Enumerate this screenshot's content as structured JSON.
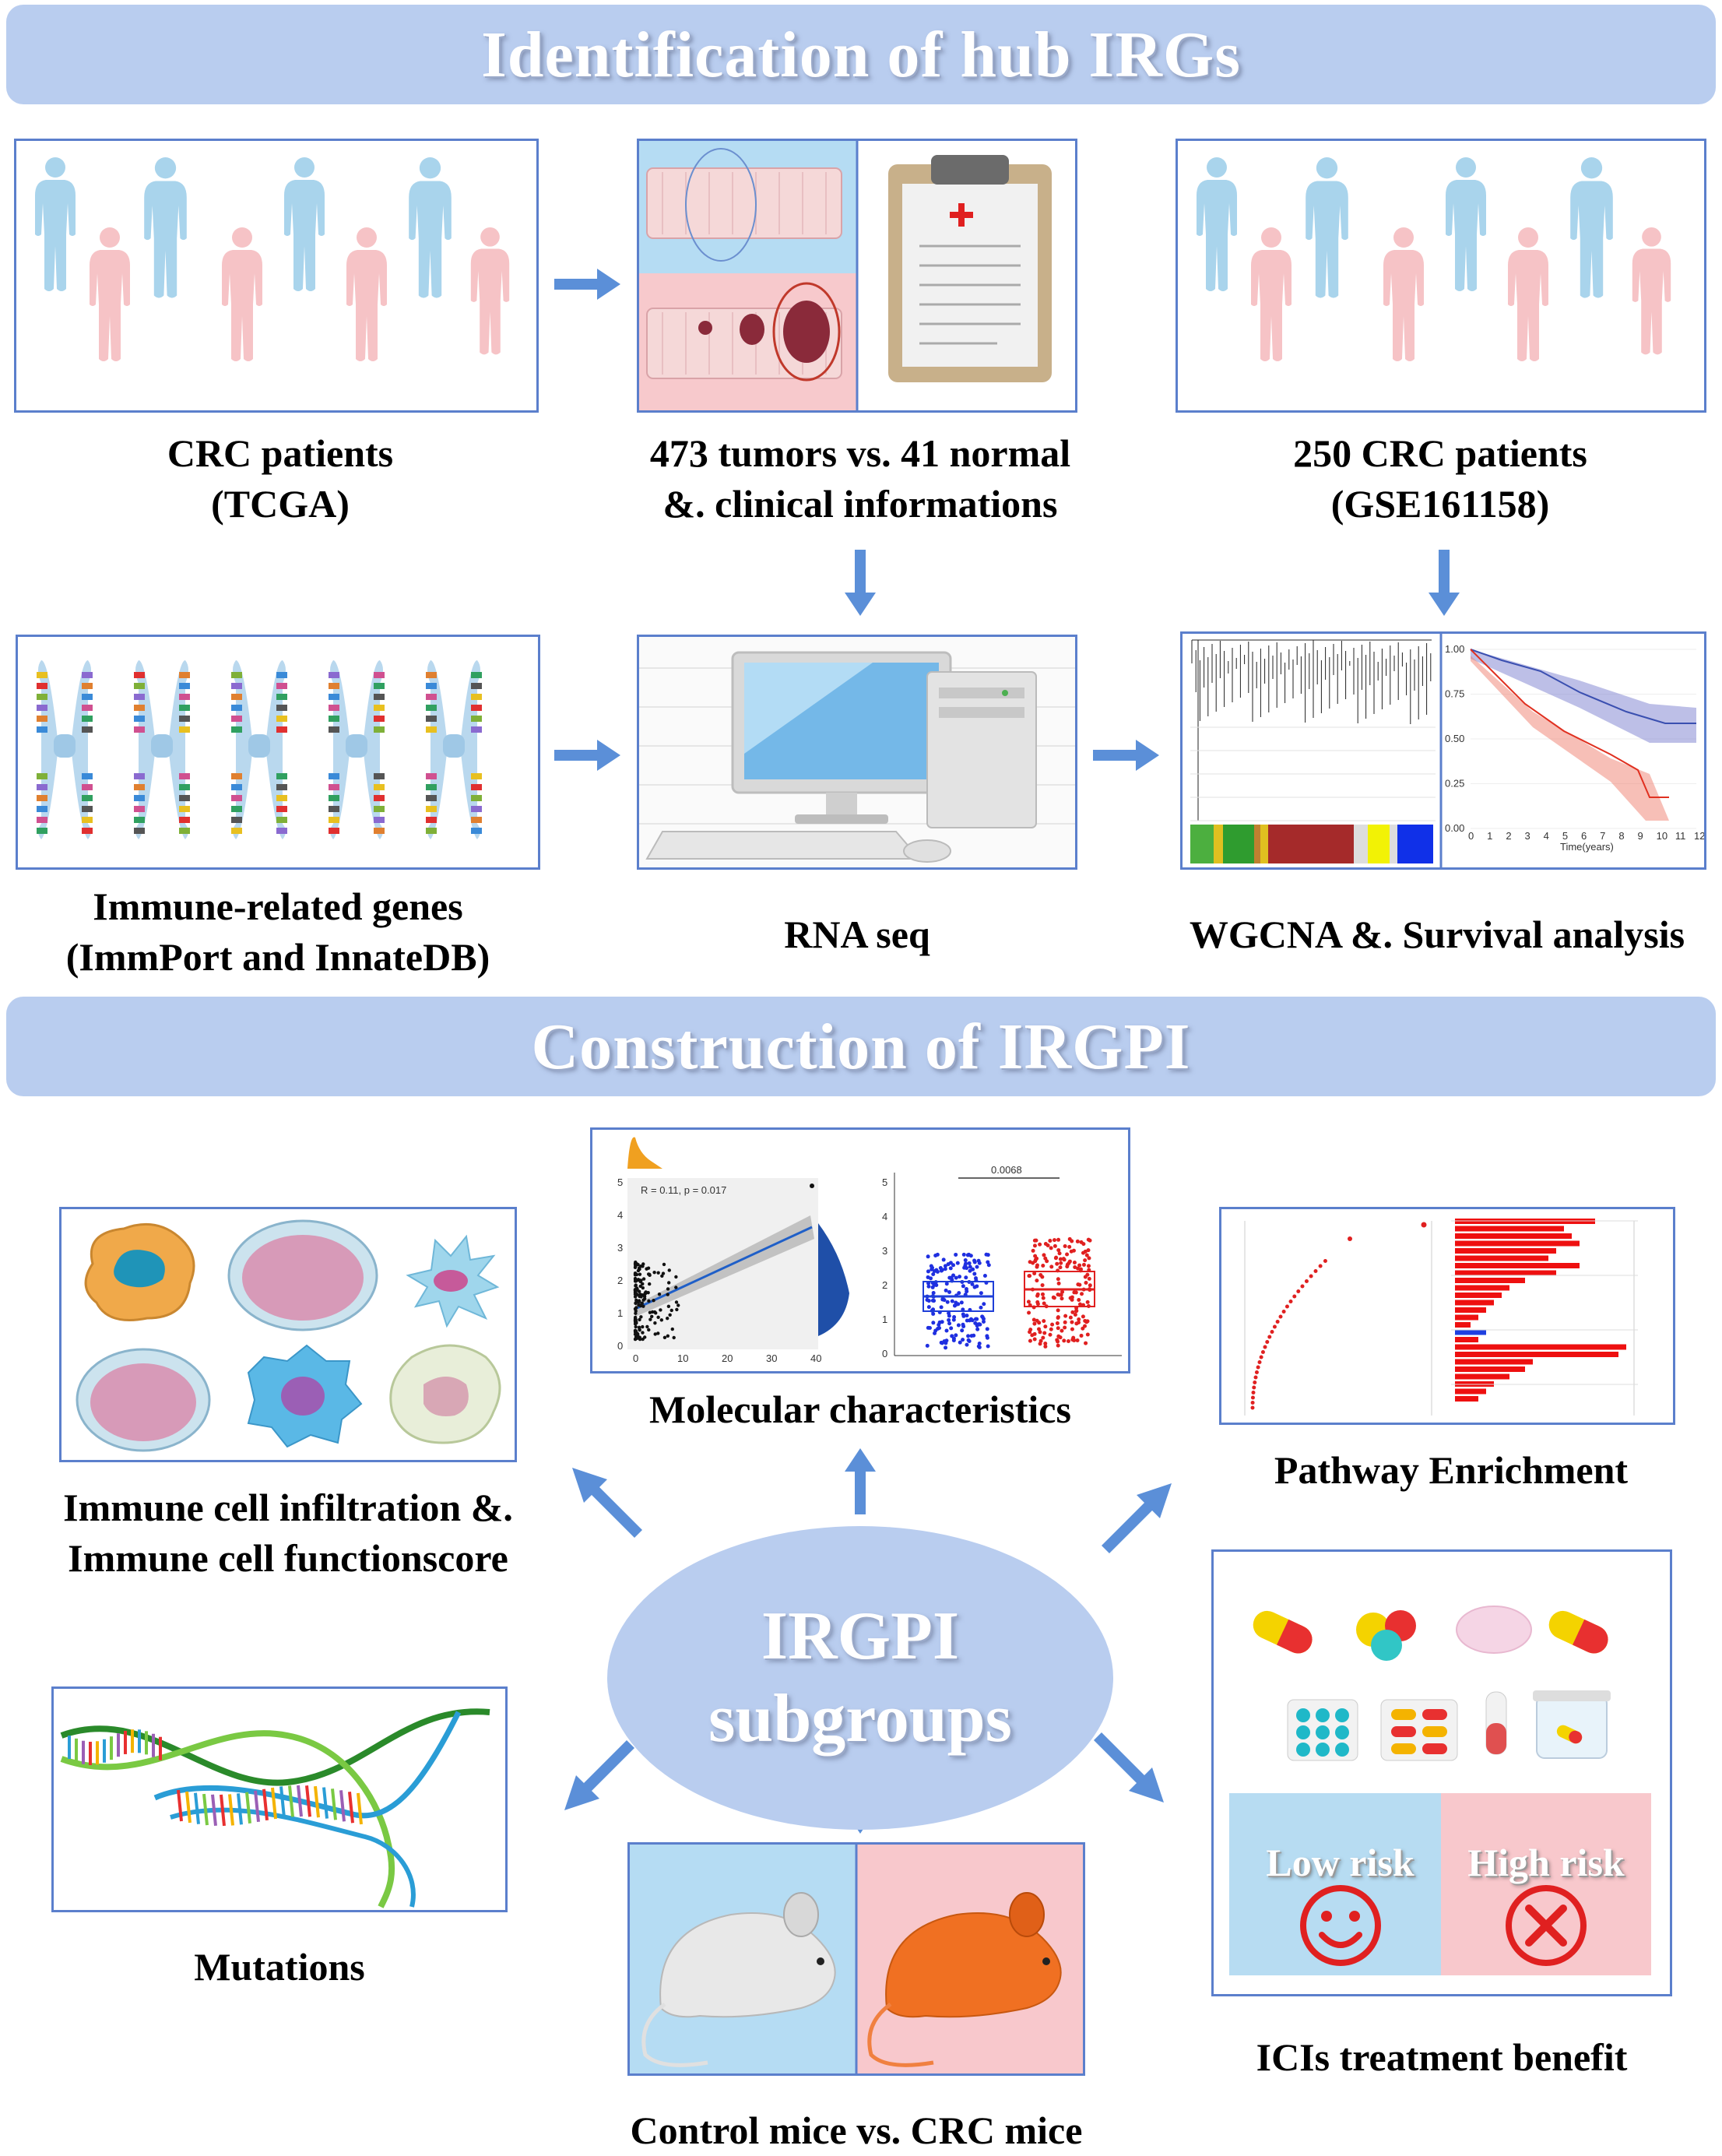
{
  "banners": {
    "top": "Identification of  hub IRGs",
    "middle": "Construction of IRGPI"
  },
  "labels": {
    "crc_patients": "CRC patients\n(TCGA)",
    "tumors": "473 tumors vs. 41 normal\n&. clinical informations",
    "gse": "250 CRC patients\n(GSE161158)",
    "immune_genes": "Immune-related genes\n(ImmPort and InnateDB)",
    "rna_seq": "RNA seq",
    "wgcna": "WGCNA &. Survival analysis",
    "immune_cell": "Immune cell infiltration &.\nImmune cell functionscore",
    "molecular": "Molecular characteristics",
    "pathway": "Pathway Enrichment",
    "mutations": "Mutations",
    "mice": "Control mice vs. CRC mice",
    "ici": "ICIs treatment benefit"
  },
  "center": {
    "line1": "IRGPI",
    "line2": "subgroups"
  },
  "risk": {
    "low": "Low risk",
    "high": "High risk"
  },
  "mini_plots": {
    "survival_xlabel": "Time(years)",
    "survival_yticks": [
      "1.00",
      "0.75",
      "0.50",
      "0.25",
      "0.00"
    ],
    "survival_xticks": [
      "0",
      "1",
      "2",
      "3",
      "4",
      "5",
      "6",
      "7",
      "8",
      "9",
      "10",
      "11",
      "12"
    ],
    "scatter_annotation": "R = 0.11, p = 0.017",
    "scatter_xticks": [
      "0",
      "10",
      "20",
      "30",
      "40"
    ],
    "scatter_yticks": [
      "0",
      "1",
      "2",
      "3",
      "4",
      "5"
    ],
    "box_pvalue": "0.0068",
    "box_yticks": [
      "0",
      "1",
      "2",
      "3",
      "4",
      "5"
    ]
  },
  "colors": {
    "arrow": "#5b8fd8",
    "panel_border": "#5b7fcc",
    "banner": "#b9cdef",
    "male_figure": "#a9d4ec",
    "female_figure": "#f6c3c6",
    "low_risk_bg": "#b7dcf2",
    "high_risk_bg": "#f8c8cc"
  },
  "icons": {
    "arrow": "arrow-icon",
    "smile": "smiley-face-icon",
    "cross": "cross-circle-icon"
  }
}
